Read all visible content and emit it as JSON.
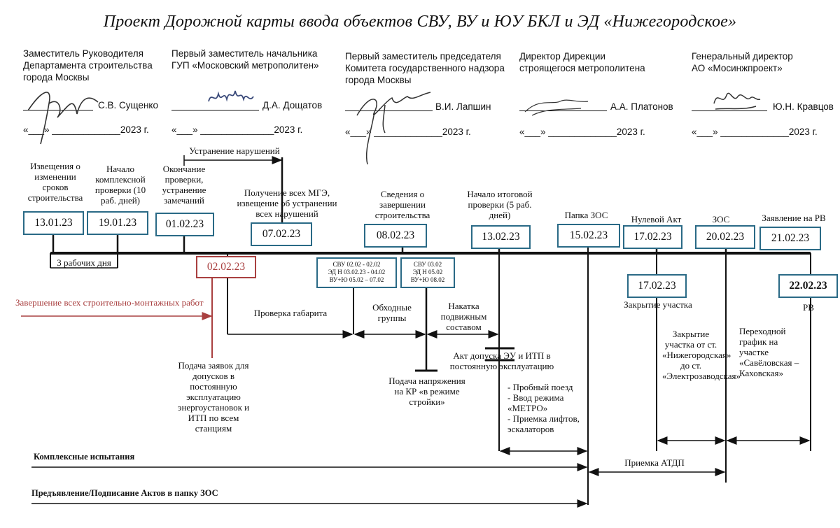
{
  "title": "Проект Дорожной карты ввода объектов СВУ, ВУ и ЮУ БКЛ и ЭД «Нижегородское»",
  "signatories": [
    {
      "position_lines": [
        "Заместитель Руководителя",
        "Департамента строительства",
        "города Москвы"
      ],
      "name": "С.В. Сущенко",
      "date": "«___» _____________2023 г."
    },
    {
      "position_lines": [
        "Первый заместитель начальника",
        "ГУП «Московский метрополитен»"
      ],
      "name": "Д.А. Дощатов",
      "date": "«___» ______________2023 г."
    },
    {
      "position_lines": [
        "Первый заместитель председателя",
        "Комитета государственного надзора",
        "города Москвы"
      ],
      "name": "В.И. Лапшин",
      "date": "«___» _____________2023 г."
    },
    {
      "position_lines": [
        "Директор Дирекции",
        "строящегося метрополитена"
      ],
      "name": "А.А. Платонов",
      "date": "«___» _____________2023 г."
    },
    {
      "position_lines": [
        "Генеральный директор",
        "АО «Мосинжпроект»"
      ],
      "name": "Ю.Н. Кравцов",
      "date": "«___» _____________2023 г."
    }
  ],
  "milestones": [
    {
      "label": "Извещения о изменении сроков строительства",
      "date": "13.01.23"
    },
    {
      "label": "Начало комплексной проверки (10 раб. дней)",
      "date": "19.01.23"
    },
    {
      "label": "Окончание проверки, устранение замечаний",
      "date": "01.02.23"
    },
    {
      "label": "Получение всех МГЭ, извещение об устранении всех нарушений",
      "date": "07.02.23"
    },
    {
      "label": "Сведения о завершении строительства",
      "date": "08.02.23"
    },
    {
      "label": "Начало итоговой проверки (5 раб. дней)",
      "date": "13.02.23"
    },
    {
      "label": "Папка ЗОС",
      "date": "15.02.23"
    },
    {
      "label": "Нулевой Акт",
      "date": "17.02.23"
    },
    {
      "label": "ЗОС",
      "date": "20.02.23"
    },
    {
      "label": "Заявление на РВ",
      "date": "21.02.23"
    }
  ],
  "below": {
    "working_days": "3 рабочих дня",
    "red_date": "02.02.23",
    "red_label": "Завершение всех строительно-монтажных работ",
    "fix_violations": "Устранение нарушений",
    "gabarit": "Проверка габарита",
    "bypass_groups": "Обходные группы",
    "rolling_stock": "Накатка подвижным составом",
    "box_a_lines": [
      "СВУ  02.02 - 02.02",
      "ЭД Н 03.02.23 - 04.02",
      "ВУ+Ю 05.02 – 07.02"
    ],
    "box_b_lines": [
      "СВУ  03.02",
      "ЭД Н 05.02",
      "ВУ+Ю 08.02"
    ],
    "applications": "Подача заявок для допусков в постоянную эксплуатацию энергоустановок и ИТП по всем станциям",
    "voltage": "Подача напряжения на КР «в режиме стройки»",
    "act_admission": "Акт допуска ЭУ и ИТП в постоянную эксплуатацию",
    "act_items": [
      "- Пробный поезд",
      "- Ввод режима «МЕТРО»",
      "- Приемка лифтов, эскалаторов"
    ],
    "closure_date": "17.02.23",
    "closure_label": "Закрытие участка",
    "closure_section": "Закрытие участка от ст. «Нижегородская» до ст. «Электрозаводская»",
    "transitional": "Переходной график на участке «Савёловская – Каховская»",
    "rv_date": "22.02.23",
    "rv_label": "РВ",
    "complex_tests": "Комплексные испытания",
    "atdp": "Приемка АТДП",
    "acts_zos": "Предъявление/Подписание Актов в папку ЗОС"
  }
}
